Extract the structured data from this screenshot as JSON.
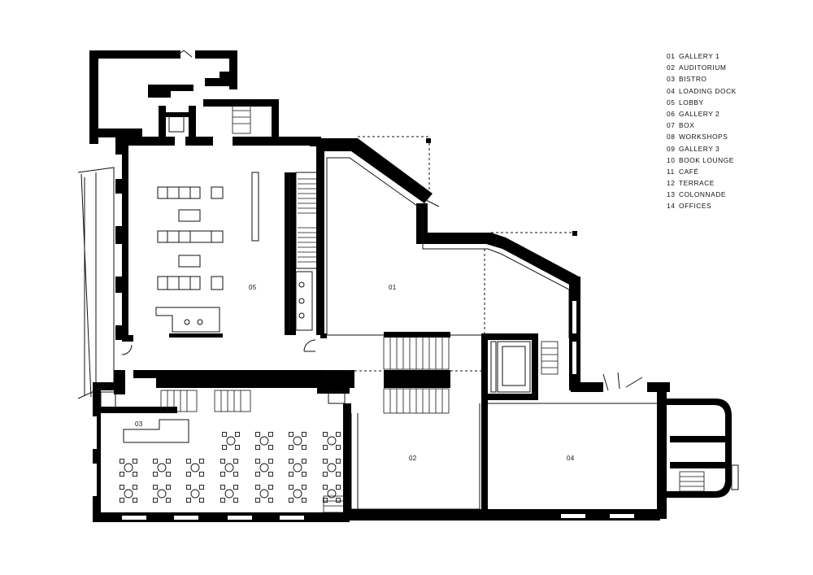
{
  "legend": [
    {
      "num": "01",
      "label": "GALLERY 1"
    },
    {
      "num": "02",
      "label": "AUDITORIUM"
    },
    {
      "num": "03",
      "label": "BISTRO"
    },
    {
      "num": "04",
      "label": "LOADING DOCK"
    },
    {
      "num": "05",
      "label": "LOBBY"
    },
    {
      "num": "06",
      "label": "GALLERY 2"
    },
    {
      "num": "07",
      "label": "BOX"
    },
    {
      "num": "08",
      "label": "WORKSHOPS"
    },
    {
      "num": "09",
      "label": "GALLERY 3"
    },
    {
      "num": "10",
      "label": "BOOK LOUNGE"
    },
    {
      "num": "11",
      "label": "CAFÉ"
    },
    {
      "num": "12",
      "label": "TERRACE"
    },
    {
      "num": "13",
      "label": "COLONNADE"
    },
    {
      "num": "14",
      "label": "OFFICES"
    }
  ],
  "rooms": {
    "lobby": "05",
    "gallery1": "01",
    "bistro": "03",
    "auditorium": "02",
    "loading_dock": "04"
  },
  "colors": {
    "wall": "#000000",
    "line": "#111111",
    "background": "#ffffff"
  }
}
